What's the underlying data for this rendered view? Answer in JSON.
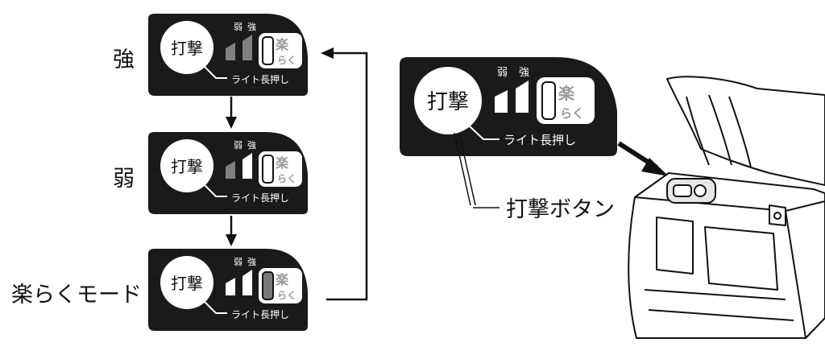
{
  "modes": [
    {
      "label": "強",
      "bar_weak": "on",
      "bar_strong": "on",
      "raku": "off"
    },
    {
      "label": "弱",
      "bar_weak": "on",
      "bar_strong": "off",
      "raku": "off"
    },
    {
      "label": "楽らくモード",
      "bar_weak": "off",
      "bar_strong": "off",
      "raku": "on"
    }
  ],
  "panel": {
    "button_text": "打撃",
    "weak_text": "弱",
    "strong_text": "強",
    "light_text": "ライト長押し",
    "raku_top": "楽",
    "raku_bottom": "らく"
  },
  "callout": "打撃ボタン",
  "colors": {
    "panel_bg": "#1a1a1a",
    "bar_lit": "#808080",
    "bar_off": "#ffffff",
    "raku_lit": "#7a7a7a",
    "raku_text": "#9a9a9a"
  }
}
